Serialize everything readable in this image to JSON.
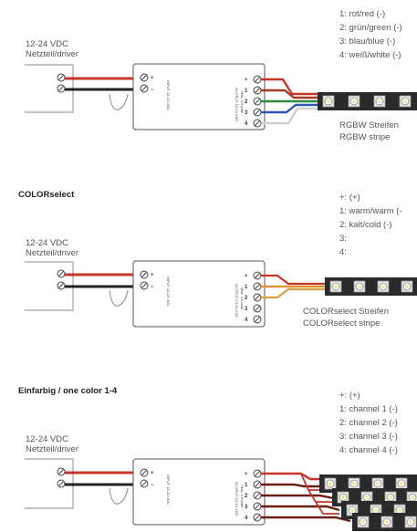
{
  "sections": [
    {
      "title": "",
      "driver_label_1": "12-24 VDC",
      "driver_label_2": "Netzteil/driver",
      "legend": [
        "1: rot/red (-)",
        "2: grün/green (-)",
        "3: blau/blue (-)",
        "4: weiß/white (-)"
      ],
      "stripe_label_1": "RGBW Streifen",
      "stripe_label_2": "RGBW stripe",
      "wire_colors": [
        "#c83a2a",
        "#2e8b3e",
        "#2f57b5",
        "#cfcfcf"
      ]
    },
    {
      "title": "COLORselect",
      "driver_label_1": "12-24 VDC",
      "driver_label_2": "Netzteil/driver",
      "legend": [
        "+: (+)",
        "1: warm/warm (-",
        "2: kalt/cold (-)",
        "3:",
        "4:"
      ],
      "stripe_label_1": "COLORselect Streifen",
      "stripe_label_2": "COLORselect stripe",
      "wire_colors": [
        "#e0902a",
        "#d8a040"
      ]
    },
    {
      "title": "Einfarbig / one color 1-4",
      "driver_label_1": "12-24 VDC",
      "driver_label_2": "Netzteil/driver",
      "legend": [
        "+: (+)",
        "1: channel 1 (-)",
        "2: channel 2 (-)",
        "3: channel 3 (-)",
        "4: channel 4 (-)"
      ],
      "stripe_label_1": "",
      "stripe_label_2": "",
      "wire_colors": [
        "#6b1e14",
        "#6b1e14",
        "#6b1e14",
        "#6b1e14"
      ]
    }
  ],
  "controller": {
    "input_text": "INPUT 12-24 VDC",
    "output_text_1": "OUTPUT 12-24 VDC",
    "output_text_2": "Max. 4 A total",
    "pin_plus": "+",
    "pin_minus": "−",
    "out_pins": [
      "+",
      "1",
      "2",
      "3",
      "4"
    ]
  }
}
